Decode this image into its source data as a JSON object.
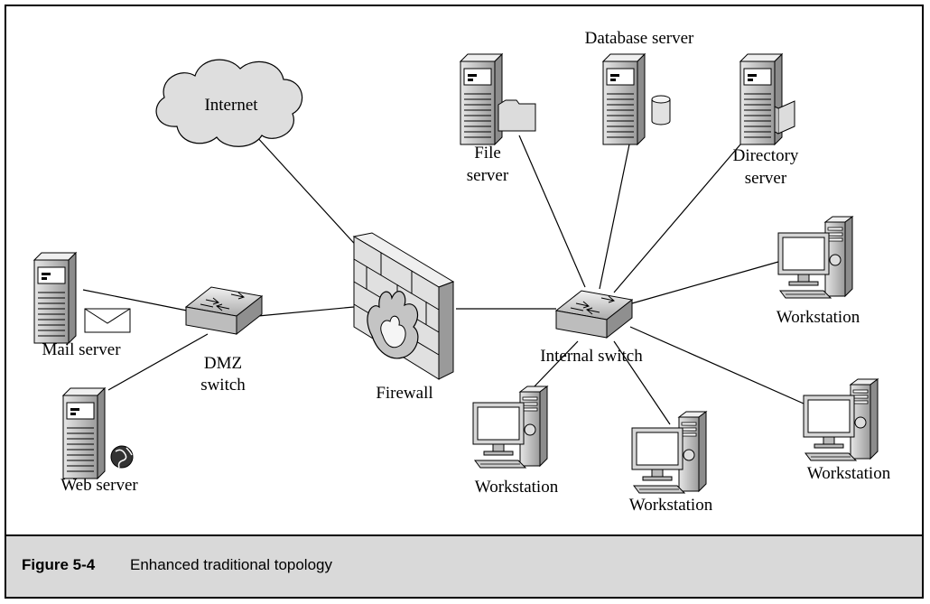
{
  "labels": {
    "internet": "Internet",
    "database_server": "Database server",
    "file_server_1": "File",
    "file_server_2": "server",
    "directory_server_1": "Directory",
    "directory_server_2": "server",
    "mail_server": "Mail server",
    "web_server": "Web server",
    "dmz_switch_1": "DMZ",
    "dmz_switch_2": "switch",
    "firewall": "Firewall",
    "internal_switch": "Internal switch",
    "workstation": "Workstation"
  },
  "caption": {
    "number": "Figure 5-4",
    "text": "Enhanced traditional topology"
  },
  "colors": {
    "caption_background": "#d9d9d9",
    "device_gray": "#c8c8c8",
    "outline": "#000000"
  }
}
